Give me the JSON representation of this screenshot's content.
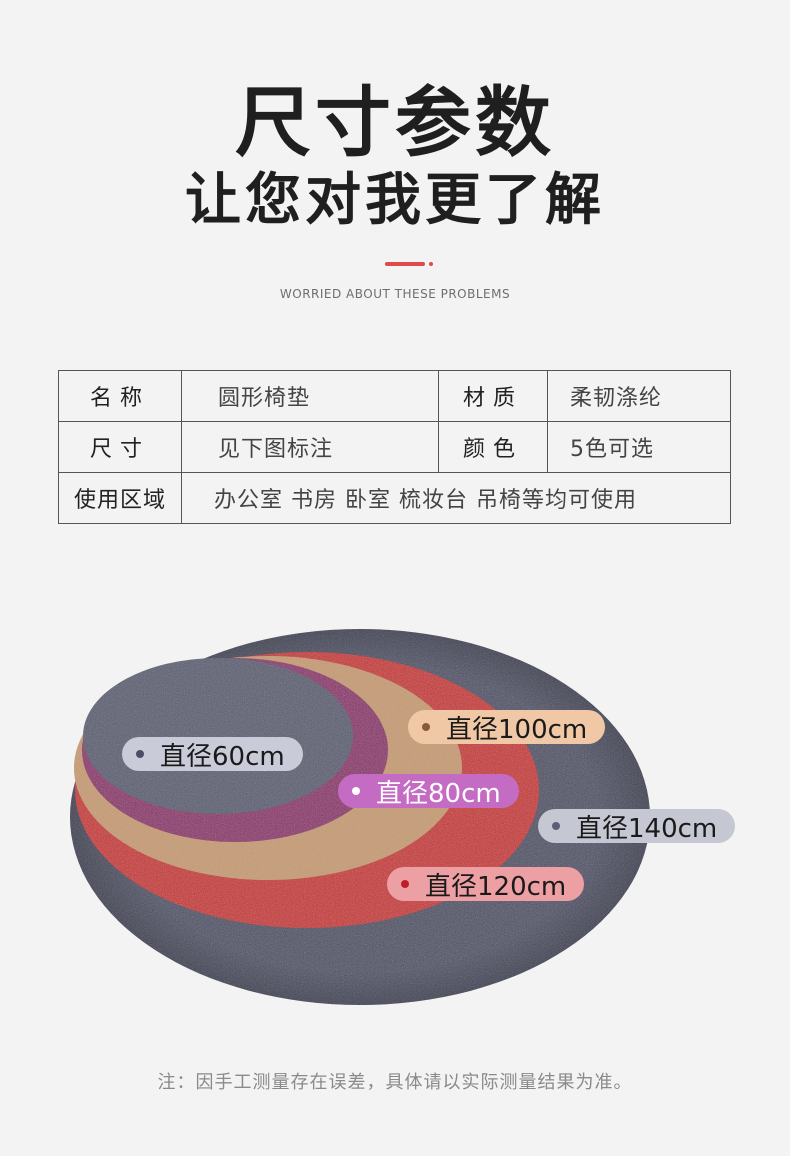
{
  "header": {
    "title": "尺寸参数",
    "subtitle": "让您对我更了解",
    "tagline": "WORRIED ABOUT THESE PROBLEMS",
    "accent_color": "#e04a4a"
  },
  "spec_table": {
    "name_key": "名称",
    "name_value": "圆形椅垫",
    "material_key": "材质",
    "material_value": "柔韧涤纶",
    "size_key": "尺寸",
    "size_value": "见下图标注",
    "color_key": "颜色",
    "color_value": "5色可选",
    "usage_key": "使用区域",
    "usage_value": "办公室 书房 卧室 梳妆台 吊椅等均可使用"
  },
  "sizes": [
    {
      "label": "直径60cm",
      "pill_color": "#c9cbd8",
      "dot_color": "#4a4d66"
    },
    {
      "label": "直径80cm",
      "pill_color": "#c46cc3",
      "dot_color": "#ffffff"
    },
    {
      "label": "直径100cm",
      "pill_color": "#f1c8a6",
      "dot_color": "#8a5a3a"
    },
    {
      "label": "直径120cm",
      "pill_color": "#eda0a4",
      "dot_color": "#c01f2a"
    },
    {
      "label": "直径140cm",
      "pill_color": "#c5c7d2",
      "dot_color": "#5b5f75"
    }
  ],
  "rug_colors": {
    "gray_large": "#4d5066",
    "red": "#c72d2d",
    "tan": "#c79b72",
    "purple": "#8c2a6c",
    "gray_small": "#5a5d72"
  },
  "note": "注：因手工测量存在误差，具体请以实际测量结果为准。"
}
